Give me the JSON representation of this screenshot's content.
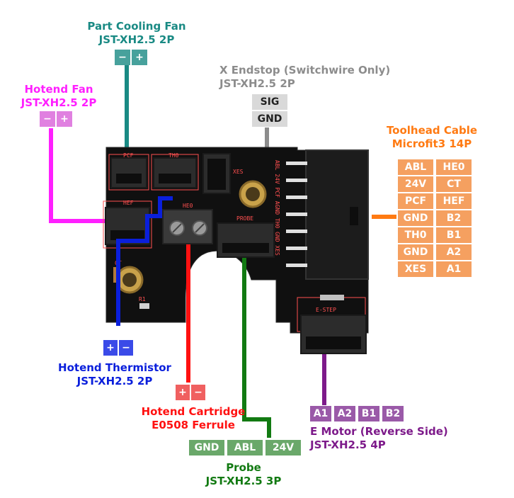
{
  "colors": {
    "teal": "#1a8a84",
    "magenta": "#ff1fff",
    "grey": "#8c8c8c",
    "orange": "#ff7a12",
    "blue": "#0a1fdc",
    "red": "#ff1111",
    "green": "#127a12",
    "purple": "#7d1a8a",
    "pcb": "#101010",
    "silk": "#ff4f4f",
    "brass": "#c9a24a"
  },
  "labels": {
    "part_cooling_fan": {
      "line1": "Part Cooling Fan",
      "line2": "JST-XH2.5 2P",
      "pins": [
        "−",
        "+"
      ]
    },
    "hotend_fan": {
      "line1": "Hotend Fan",
      "line2": "JST-XH2.5 2P",
      "pins": [
        "−",
        "+"
      ]
    },
    "x_endstop": {
      "line1": "X Endstop (Switchwire Only)",
      "line2": "JST-XH2.5 2P",
      "pins": [
        "SIG",
        "GND"
      ]
    },
    "toolhead_cable": {
      "line1": "Toolhead Cable",
      "line2": "Microfit3 14P",
      "rows": [
        [
          "ABL",
          "HE0"
        ],
        [
          "24V",
          "CT"
        ],
        [
          "PCF",
          "HEF"
        ],
        [
          "GND",
          "B2"
        ],
        [
          "TH0",
          "B1"
        ],
        [
          "GND",
          "A2"
        ],
        [
          "XES",
          "A1"
        ]
      ]
    },
    "hotend_thermistor": {
      "line1": "Hotend Thermistor",
      "line2": "JST-XH2.5 2P",
      "pins": [
        "+",
        "−"
      ]
    },
    "hotend_cartridge": {
      "line1": "Hotend Cartridge",
      "line2": "E0508 Ferrule",
      "pins": [
        "+",
        "−"
      ]
    },
    "probe": {
      "line1": "Probe",
      "line2": "JST-XH2.5 3P",
      "pins": [
        "GND",
        "ABL",
        "24V"
      ]
    },
    "e_motor": {
      "line1": "E Motor (Reverse Side)",
      "line2": "JST-XH2.5 4P",
      "pins": [
        "A1",
        "A2",
        "B1",
        "B2"
      ]
    }
  },
  "board": {
    "silk": {
      "pcf": "PCF",
      "th0": "TH0",
      "hef": "HEF",
      "he0": "HE0",
      "xes": "XES",
      "probe": "PROBE",
      "ct": "CT",
      "r1": "R1",
      "estep": "E-STEP",
      "pins_side": "ABL 24V PCF AGND TH0 GND XES"
    }
  }
}
